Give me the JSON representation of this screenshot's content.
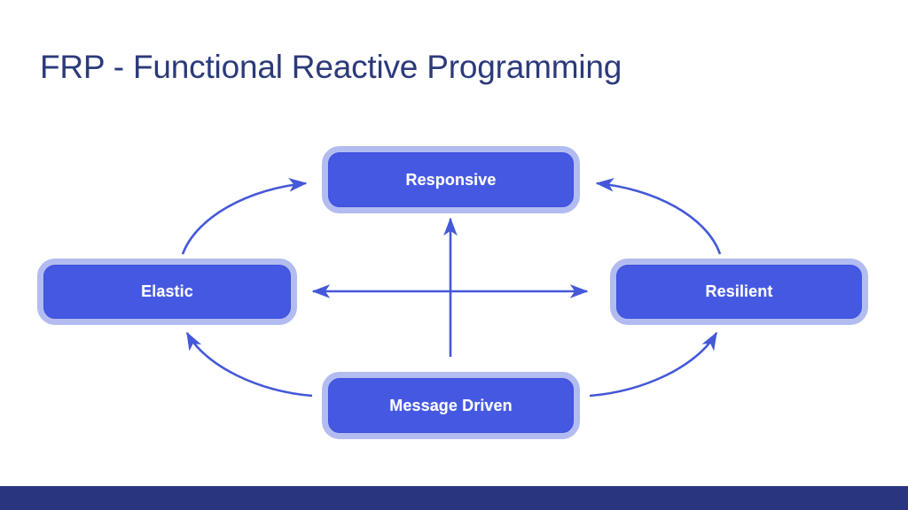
{
  "slide": {
    "title": "FRP - Functional Reactive Programming",
    "background_color": "#ffffff",
    "title_color": "#2b3a7a",
    "accent_bar_color": "#2a3580"
  },
  "diagram": {
    "type": "reactive-manifesto-cycle",
    "node_fill_color": "#4558e2",
    "node_border_color": "#b3bcf0",
    "node_label_color": "#ffffff",
    "arrow_color": "#4458d8",
    "nodes": [
      {
        "id": "responsive",
        "label": "Responsive",
        "position": "top"
      },
      {
        "id": "elastic",
        "label": "Elastic",
        "position": "left"
      },
      {
        "id": "resilient",
        "label": "Resilient",
        "position": "right"
      },
      {
        "id": "message-driven",
        "label": "Message Driven",
        "position": "bottom"
      }
    ],
    "connections": [
      {
        "from": "message-driven",
        "to": "responsive",
        "style": "straight",
        "heads": "single"
      },
      {
        "from": "elastic",
        "to": "resilient",
        "style": "straight",
        "heads": "double"
      },
      {
        "from": "elastic",
        "to": "responsive",
        "style": "curved",
        "heads": "single"
      },
      {
        "from": "resilient",
        "to": "responsive",
        "style": "curved",
        "heads": "single"
      },
      {
        "from": "message-driven",
        "to": "elastic",
        "style": "curved",
        "heads": "single"
      },
      {
        "from": "message-driven",
        "to": "resilient",
        "style": "curved",
        "heads": "single"
      }
    ]
  }
}
